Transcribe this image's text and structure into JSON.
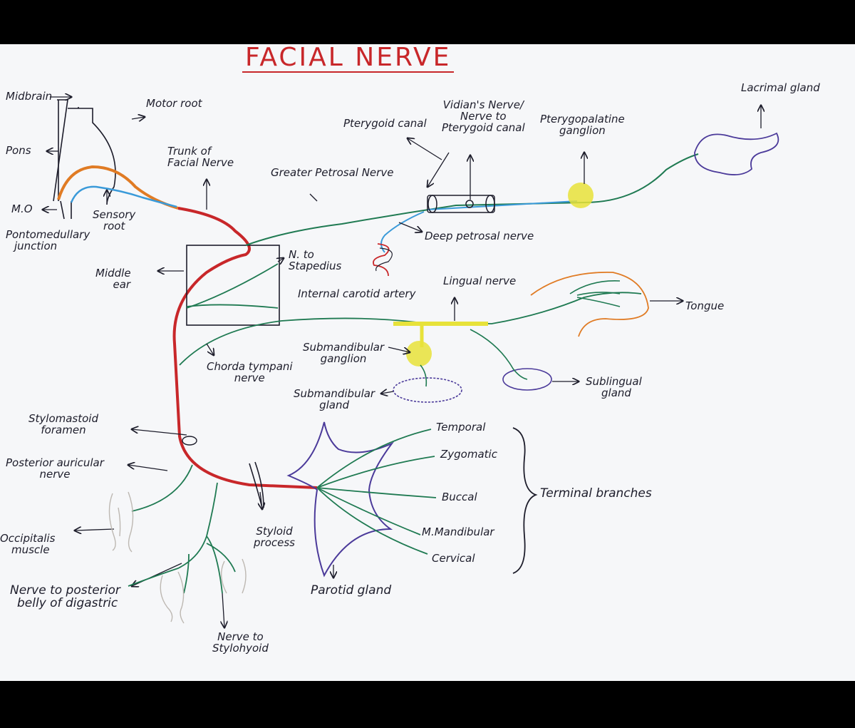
{
  "title": "FACIAL NERVE",
  "labels": {
    "midbrain": "Midbrain",
    "pons": "Pons",
    "mo": "M.O",
    "pontomedullary_1": "Pontomedullary",
    "pontomedullary_2": "junction",
    "motor_root": "Motor root",
    "sensory_root_1": "Sensory",
    "sensory_root_2": "root",
    "trunk_1": "Trunk of",
    "trunk_2": "Facial Nerve",
    "middle_ear_1": "Middle",
    "middle_ear_2": "ear",
    "greater_petrosal": "Greater Petrosal Nerve",
    "pterygoid_canal": "Pterygoid canal",
    "vidian_1": "Vidian's Nerve/",
    "vidian_2": "Nerve to",
    "vidian_3": "Pterygoid canal",
    "pterygopalatine_1": "Pterygopalatine",
    "pterygopalatine_2": "ganglion",
    "lacrimal_gland": "Lacrimal gland",
    "deep_petrosal": "Deep petrosal nerve",
    "n_stapedius_1": "N. to",
    "n_stapedius_2": "Stapedius",
    "internal_carotid": "Internal carotid artery",
    "lingual_nerve": "Lingual nerve",
    "tongue": "Tongue",
    "chorda_1": "Chorda tympani",
    "chorda_2": "nerve",
    "submandibular_ganglion_1": "Submandibular",
    "submandibular_ganglion_2": "ganglion",
    "submandibular_gland_1": "Submandibular",
    "submandibular_gland_2": "gland",
    "sublingual_1": "Sublingual",
    "sublingual_2": "gland",
    "stylomastoid_1": "Stylomastoid",
    "stylomastoid_2": "foramen",
    "post_auricular_1": "Posterior auricular",
    "post_auricular_2": "nerve",
    "occipitalis_1": "Occipitalis",
    "occipitalis_2": "muscle",
    "digastric_1": "Nerve to posterior",
    "digastric_2": "belly of digastric",
    "stylohyoid_1": "Nerve to",
    "stylohyoid_2": "Stylohyoid",
    "styloid_1": "Styloid",
    "styloid_2": "process",
    "parotid": "Parotid gland",
    "temporal": "Temporal",
    "zygomatic": "Zygomatic",
    "buccal": "Buccal",
    "mandibular": "M.Mandibular",
    "cervical": "Cervical",
    "terminal": "Terminal branches"
  },
  "colors": {
    "nerve_red": "#c8272a",
    "nerve_green": "#1f7a52",
    "motor_orange": "#e07b24",
    "sensory_blue": "#3a9ad9",
    "gland_purple": "#4b3a9a",
    "ganglion_yellow": "#e7e23a",
    "ink": "#1d1d2b"
  }
}
